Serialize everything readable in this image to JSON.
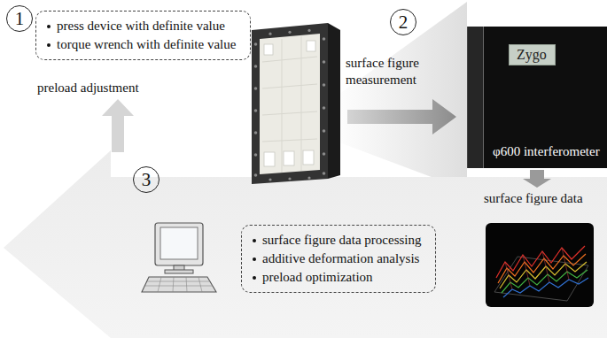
{
  "diagram": {
    "nodes": [
      {
        "text": [
          "1"
        ]
      },
      {
        "text": [
          "press device with definite value",
          "torque wrench with definite value"
        ]
      },
      {
        "text": [
          "2"
        ]
      },
      {
        "text": [
          "φ600 interferometer"
        ]
      },
      {
        "text": [
          "Zygo"
        ],
        "in": 3
      },
      {
        "text": [
          "3"
        ]
      },
      {
        "text": [
          "surface figure data processing",
          "additive deformation analysis",
          "preload optimization"
        ]
      }
    ],
    "labels": [
      "preload adjustment",
      "surface figure measurement",
      "surface figure data"
    ]
  }
}
